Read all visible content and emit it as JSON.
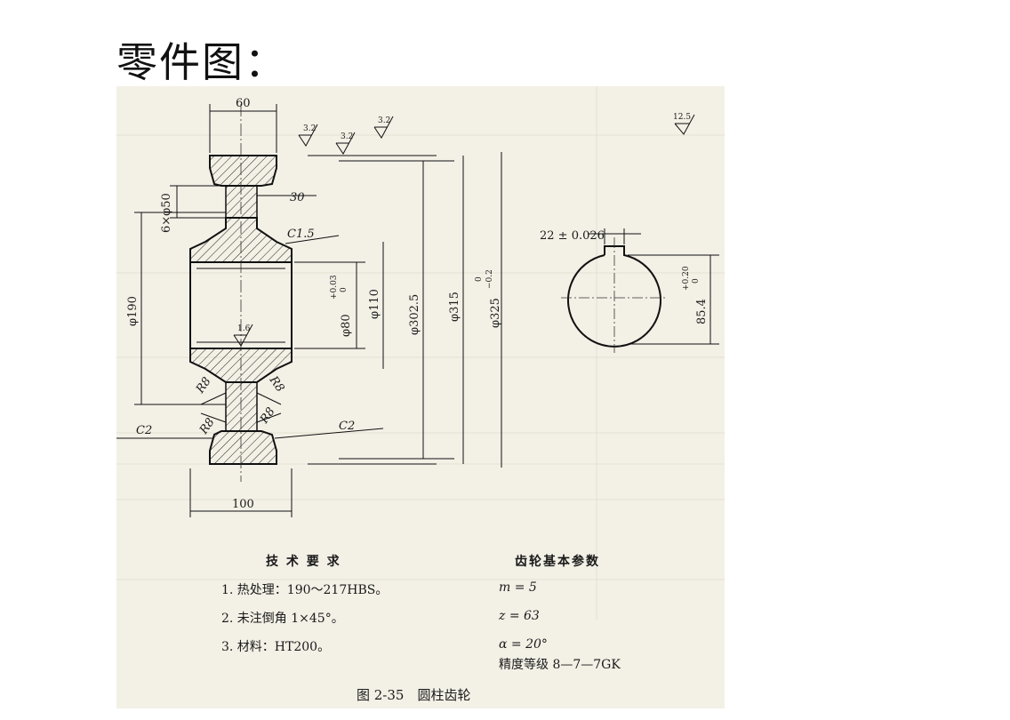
{
  "slide": {
    "title": "零件图："
  },
  "drawing": {
    "dims": {
      "hub_width": "60",
      "web_thickness": "30",
      "holes": "6×φ50",
      "chamfer_c15": "C1.5",
      "bore": "φ80",
      "bore_tol_upper": "+0.03",
      "bore_tol_lower": "0",
      "hub_dia": "φ110",
      "rim_inner": "φ302.5",
      "pitch_dia": "φ315",
      "tip_dia": "φ325",
      "tip_tol_upper": "0",
      "tip_tol_lower": "−0.2",
      "hole_circle": "φ190",
      "fillet1": "R8",
      "fillet2": "R8",
      "fillet3": "R8",
      "fillet4": "R8",
      "chamfer_left": "C2",
      "chamfer_right": "C2",
      "rim_width": "100",
      "rough1": "3.2",
      "rough2": "3.2",
      "rough3": "3.2",
      "rough_bore": "1.6",
      "rough_general": "12.5",
      "key_width": "22 ± 0.026",
      "key_depth": "85.4",
      "key_tol_upper": "+0.20",
      "key_tol_lower": "0"
    },
    "tech": {
      "heading": "技 术 要 求",
      "items": [
        "1. 热处理：190～217HBS。",
        "2. 未注倒角 1×45°。",
        "3. 材料：HT200。"
      ]
    },
    "params": {
      "heading": "齿轮基本参数",
      "items": [
        "m = 5",
        "z = 63",
        "α = 20°",
        "精度等级 8—7—7GK"
      ]
    },
    "caption": "图 2-35　圆柱齿轮"
  }
}
